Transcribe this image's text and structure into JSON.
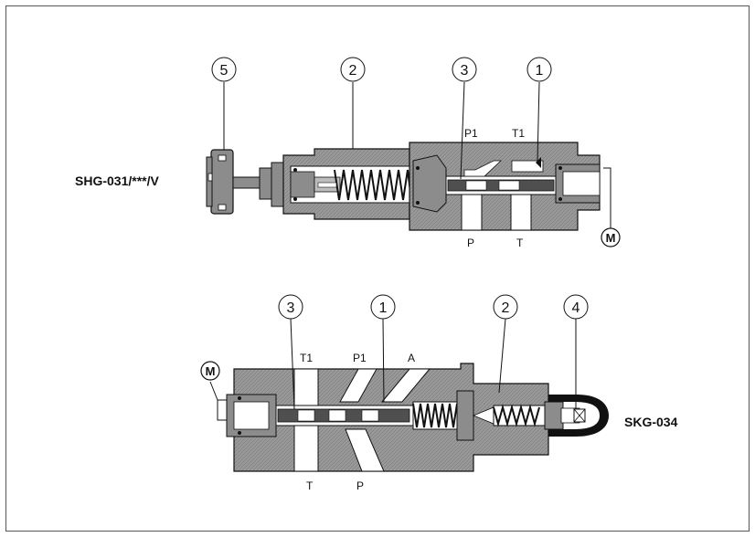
{
  "valves": [
    {
      "title": "SHG-031/***/V",
      "callouts": [
        "5",
        "2",
        "3",
        "1"
      ],
      "ports_top": [
        "P1",
        "T1"
      ],
      "ports_bottom": [
        "P",
        "T"
      ],
      "gauge": "M"
    },
    {
      "title": "SKG-034",
      "callouts": [
        "3",
        "1",
        "2",
        "4"
      ],
      "ports_top": [
        "T1",
        "P1",
        "A"
      ],
      "ports_bottom": [
        "T",
        "P"
      ],
      "gauge": "M"
    }
  ],
  "colors": {
    "body": "#8c8c8c",
    "dark": "#555555",
    "line": "#111111",
    "bore": "#ffffff",
    "accent": "#444444"
  }
}
